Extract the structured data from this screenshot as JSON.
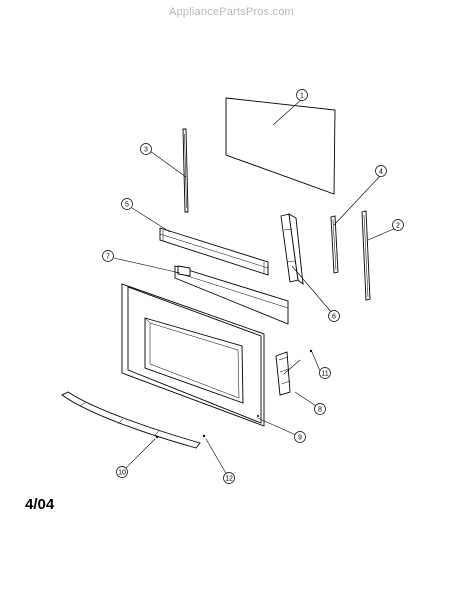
{
  "watermark": "AppliancePartsPros.com",
  "date_code": "4/04",
  "callouts": [
    {
      "label": "1"
    },
    {
      "label": "2"
    },
    {
      "label": "3"
    },
    {
      "label": "4"
    },
    {
      "label": "5"
    },
    {
      "label": "6"
    },
    {
      "label": "7"
    },
    {
      "label": "8"
    },
    {
      "label": "9"
    },
    {
      "label": "10"
    },
    {
      "label": "11"
    },
    {
      "label": "12"
    }
  ]
}
